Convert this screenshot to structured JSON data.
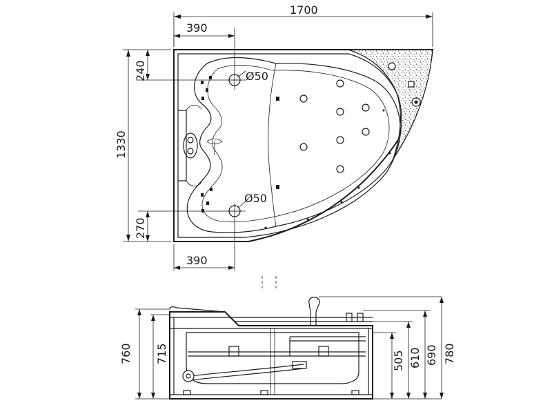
{
  "top_view": {
    "overall_width": "1700",
    "overall_depth": "1330",
    "drain_offset_top": "390",
    "drain_offset_bottom": "390",
    "drain_from_top": "240",
    "drain_from_bottom": "270",
    "drain_dia_upper": "Ø50",
    "drain_dia_lower": "Ø50"
  },
  "side_view": {
    "height_left_outer": "760",
    "height_left_inner": "715",
    "height_505": "505",
    "height_610": "610",
    "height_690": "690",
    "height_780": "780"
  }
}
